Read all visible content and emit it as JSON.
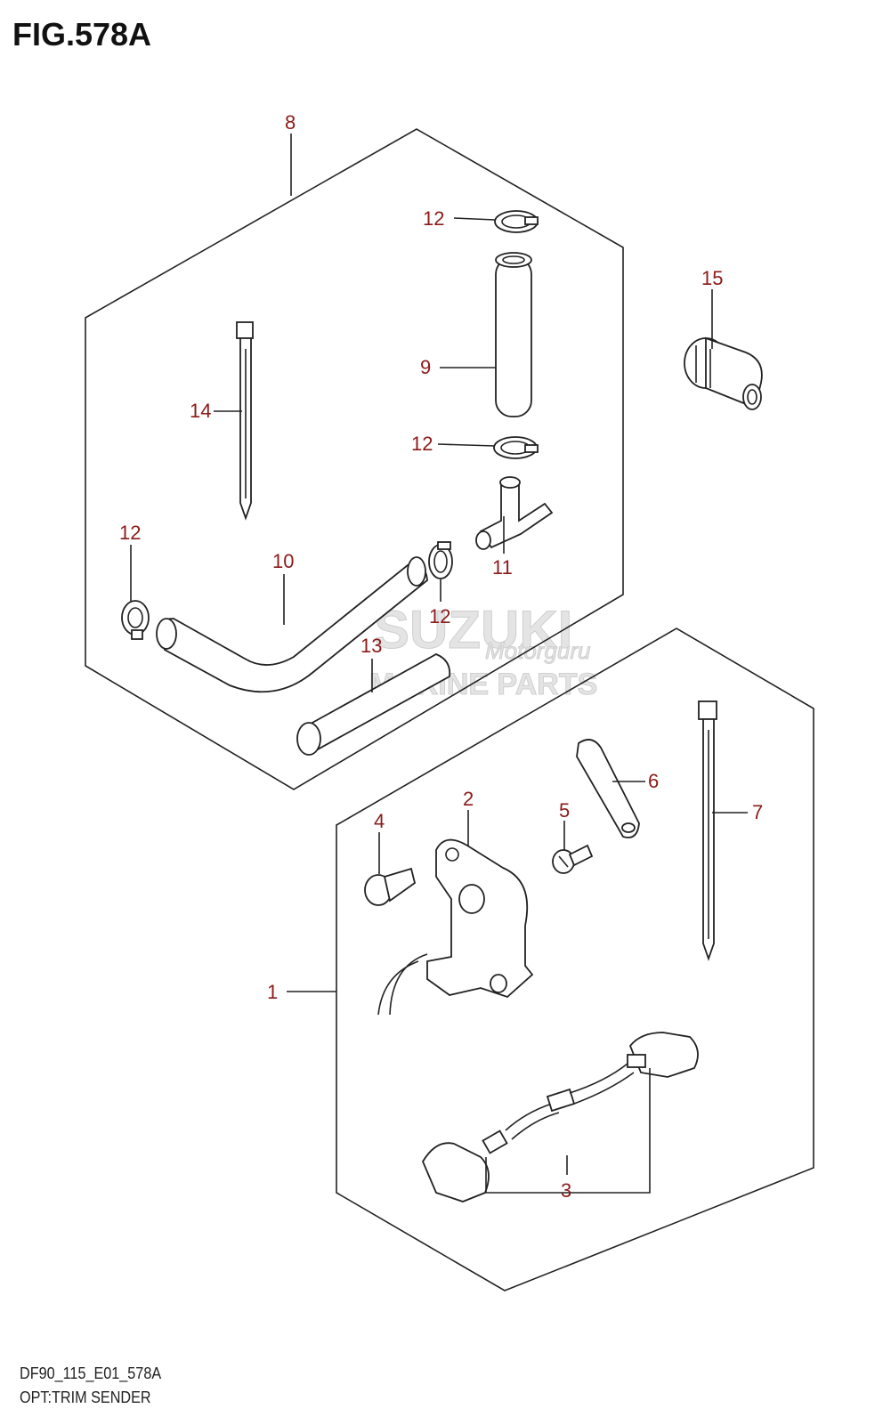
{
  "figure": {
    "title": "FIG.578A",
    "code": "DF90_115_E01_578A",
    "description": "OPT:TRIM SENDER"
  },
  "watermark": {
    "brand": "SUZUKI",
    "line2": "MARINE PARTS",
    "script": "Motorguru"
  },
  "callouts": [
    "8",
    "12",
    "15",
    "9",
    "14",
    "12",
    "12",
    "10",
    "11",
    "12",
    "13",
    "6",
    "2",
    "4",
    "5",
    "7",
    "1",
    "3"
  ],
  "colors": {
    "callout": "#8b1a1a",
    "line": "#222222"
  }
}
